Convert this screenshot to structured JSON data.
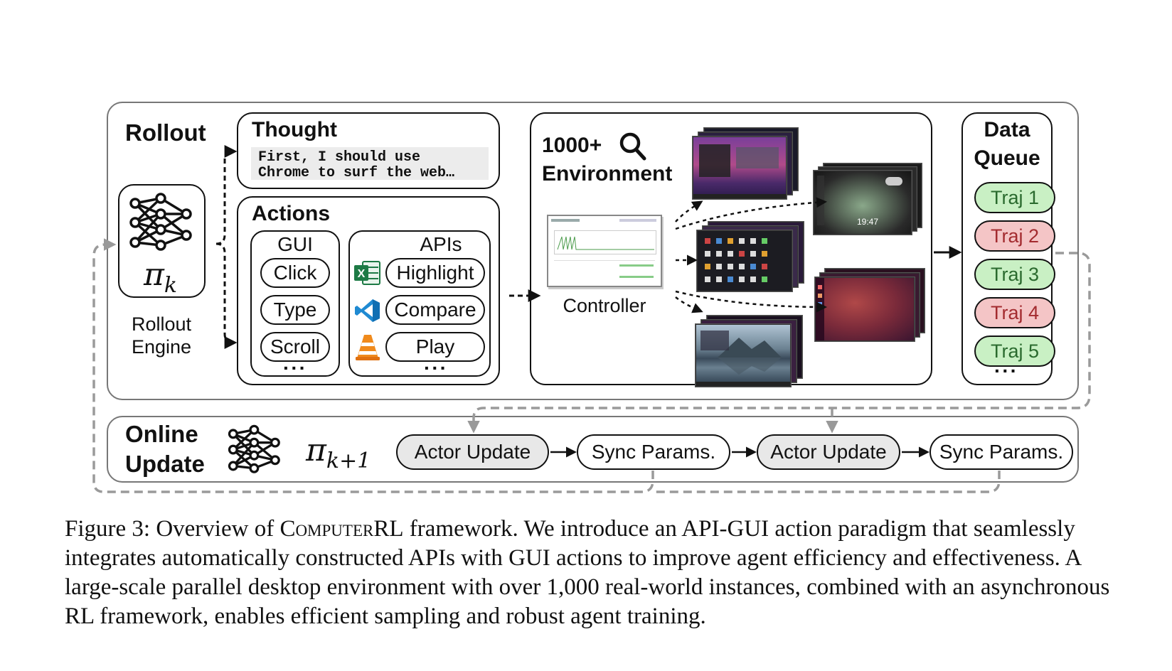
{
  "rollout": {
    "title": "Rollout",
    "engine_label_line1": "Rollout",
    "engine_label_line2": "Engine",
    "policy_symbol": "π",
    "policy_subscript": "k"
  },
  "thought": {
    "title": "Thought",
    "text_line1": "First, I should use",
    "text_line2": "Chrome to surf the web…"
  },
  "actions": {
    "title": "Actions",
    "gui": {
      "title": "GUI",
      "items": [
        "Click",
        "Type",
        "Scroll"
      ],
      "more": "···"
    },
    "apis": {
      "title": "APIs",
      "items": [
        "Highlight",
        "Compare",
        "Play"
      ],
      "more": "···",
      "icons": [
        "excel-icon",
        "vscode-icon",
        "vlc-icon"
      ]
    }
  },
  "environment": {
    "title_line1": "1000+",
    "title_line2": "Environment",
    "controller_label": "Controller"
  },
  "data_queue": {
    "title_line1": "Data",
    "title_line2": "Queue",
    "items": [
      {
        "label": "Traj 1",
        "status": "success"
      },
      {
        "label": "Traj 2",
        "status": "failure"
      },
      {
        "label": "Traj 3",
        "status": "success"
      },
      {
        "label": "Traj 4",
        "status": "failure"
      },
      {
        "label": "Traj 5",
        "status": "success"
      }
    ],
    "more": "···"
  },
  "online_update": {
    "title_line1": "Online",
    "title_line2": "Update",
    "policy_symbol": "π",
    "policy_subscript": "k+1",
    "steps": [
      "Actor Update",
      "Sync Params.",
      "Actor Update",
      "Sync Params."
    ]
  },
  "caption": {
    "prefix": "Figure 3: Overview of ",
    "name": "ComputerRL",
    "rest": " framework. We introduce an API-GUI action paradigm that seamlessly integrates automatically constructed APIs with GUI actions to improve agent efficiency and effectiveness. A large-scale parallel desktop environment with over 1,000 real-world instances, combined with an asynchronous RL framework, enables efficient sampling and robust agent training."
  },
  "colors": {
    "success_fill": "#c9f0c4",
    "success_text": "#2a6a2e",
    "failure_fill": "#f4c5c6",
    "failure_text": "#a32b2f",
    "panel_border": "#777777",
    "step_gray": "#e8e8e8"
  }
}
